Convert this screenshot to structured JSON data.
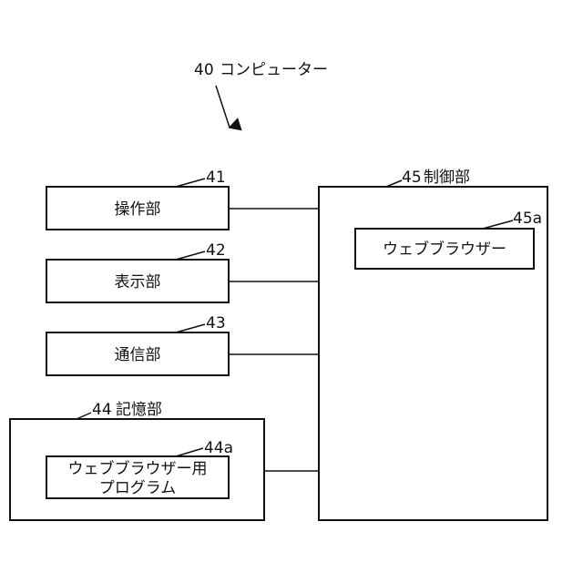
{
  "computer": {
    "ref": "40",
    "label": "コンピューター"
  },
  "operation": {
    "ref": "41",
    "label": "操作部"
  },
  "display": {
    "ref": "42",
    "label": "表示部"
  },
  "communication": {
    "ref": "43",
    "label": "通信部"
  },
  "storage": {
    "ref": "44",
    "label": "記憶部",
    "program": {
      "ref": "44a",
      "line1": "ウェブブラウザー用",
      "line2": "プログラム"
    }
  },
  "controller": {
    "ref": "45",
    "label": "制御部",
    "browser": {
      "ref": "45a",
      "label": "ウェブブラウザー"
    }
  }
}
